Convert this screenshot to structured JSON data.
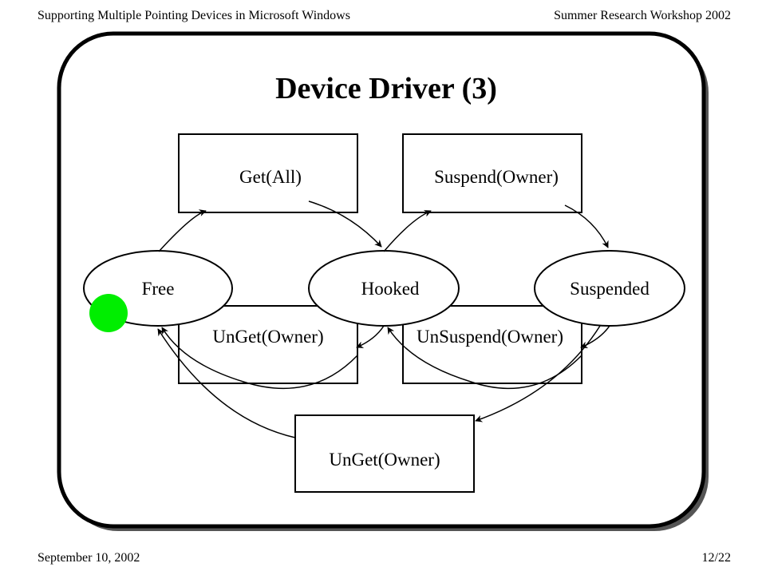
{
  "header": {
    "left": "Supporting Multiple Pointing Devices in Microsoft Windows",
    "right": "Summer Research Workshop 2002"
  },
  "footer": {
    "left": "September 10, 2002",
    "right": "12/22"
  },
  "slide": {
    "title": "Device Driver (3)"
  },
  "diagram": {
    "states": {
      "free": "Free",
      "hooked": "Hooked",
      "suspended": "Suspended"
    },
    "transitions": {
      "get_all": "Get(All)",
      "suspend_owner": "Suspend(Owner)",
      "unget_owner_top": "UnGet(Owner)",
      "unsuspend_owner": "UnSuspend(Owner)",
      "unget_owner_bottom": "UnGet(Owner)"
    }
  },
  "colors": {
    "pointer": "#00ee00",
    "stroke": "#000000"
  }
}
